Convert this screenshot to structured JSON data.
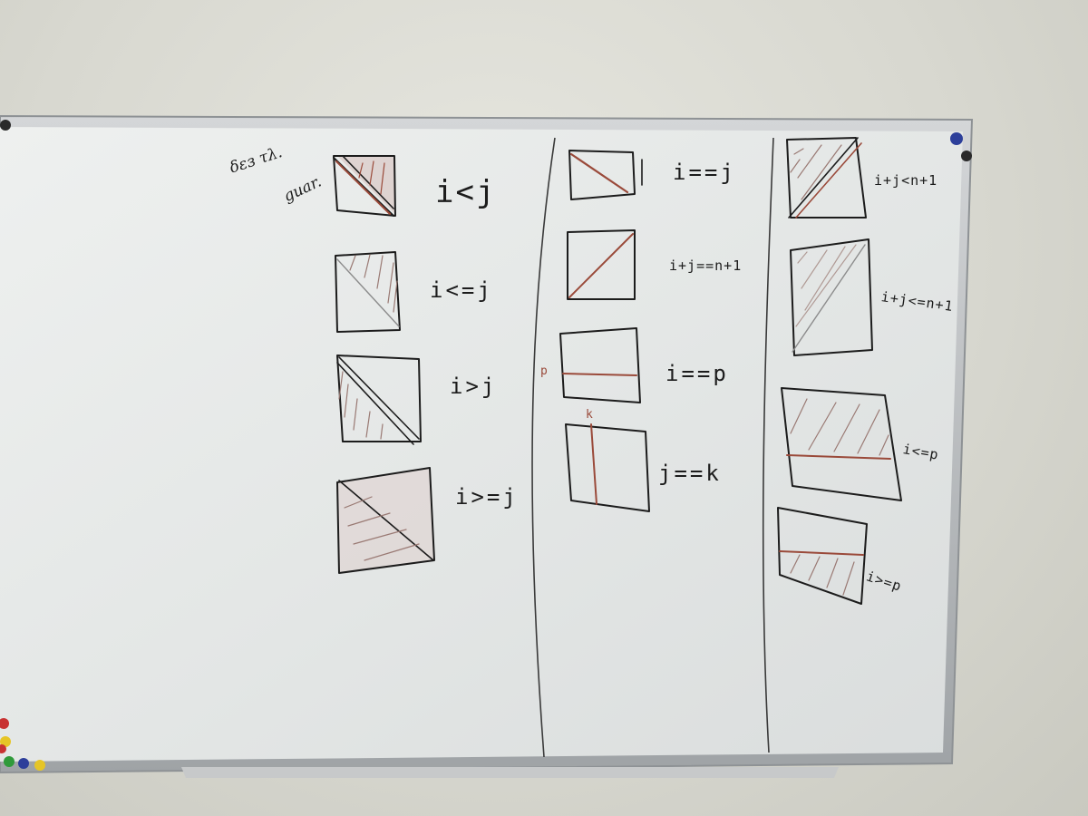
{
  "note": {
    "line1": "δεз τλ.",
    "line2": "guar."
  },
  "column_left": {
    "labels": [
      "i<j",
      "i<=j",
      "i>j",
      "i>=j"
    ]
  },
  "column_middle": {
    "labels": [
      "i==j",
      "i+j==n+1",
      "i==p",
      "j==k"
    ],
    "markers": {
      "row_marker": "p",
      "col_marker": "k"
    }
  },
  "column_right": {
    "labels": [
      "i+j<n+1",
      "i+j<=n+1",
      "i<=p",
      "i>=p"
    ]
  },
  "colors": {
    "board": "#e9ebea",
    "frame": "#bfc2c4",
    "marker_black": "#1c1c1c",
    "marker_red": "#9a4a3a",
    "magnet_blue": "#2d3f9a"
  }
}
